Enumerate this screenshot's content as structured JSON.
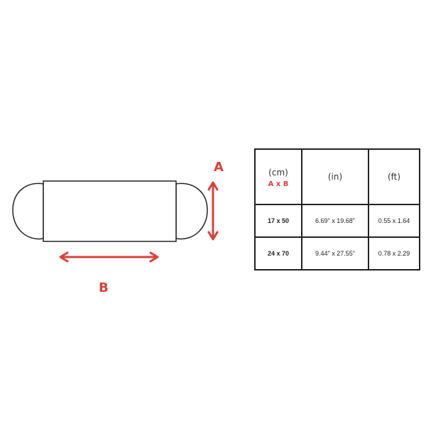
{
  "labels": {
    "a": "A",
    "b": "B"
  },
  "colors": {
    "accent": "#d9413b",
    "line": "#222222"
  },
  "table": {
    "headers": [
      {
        "unit": "(cm)",
        "sub": "A x B"
      },
      {
        "unit": "(in)"
      },
      {
        "unit": "(ft)"
      }
    ],
    "rows": [
      {
        "cm": "17 x 50",
        "in": "6.69\" x 19.68\"",
        "ft": "0.55 x 1.64"
      },
      {
        "cm": "24 x 70",
        "in": "9.44\" x 27.55\"",
        "ft": "0.78 x 2.29"
      }
    ]
  }
}
